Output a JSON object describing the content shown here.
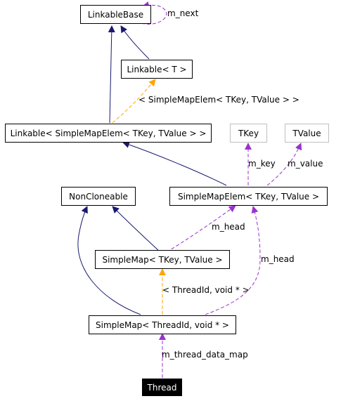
{
  "colors": {
    "inheritance": "#191970",
    "usage": "#9a32cd",
    "template": "#ffa500",
    "highlight_bg": "#000000",
    "highlight_text": "#ffffff"
  },
  "nodes": {
    "linkable_base": "LinkableBase",
    "linkable_t": "Linkable< T >",
    "linkable_sme": "Linkable< SimpleMapElem< TKey, TValue > >",
    "tkey": "TKey",
    "tvalue": "TValue",
    "non_cloneable": "NonCloneable",
    "simple_map_elem": "SimpleMapElem< TKey, TValue >",
    "simple_map": "SimpleMap< TKey, TValue >",
    "simple_map_thread": "SimpleMap< ThreadId, void * >",
    "thread": "Thread"
  },
  "edge_labels": {
    "m_next": "m_next",
    "template_sme": "< SimpleMapElem< TKey, TValue > >",
    "m_key": "m_key",
    "m_value": "m_value",
    "m_head_1": "m_head",
    "m_head_2": "m_head",
    "template_thread": "< ThreadId, void * >",
    "m_thread_data_map": "m_thread_data_map"
  }
}
